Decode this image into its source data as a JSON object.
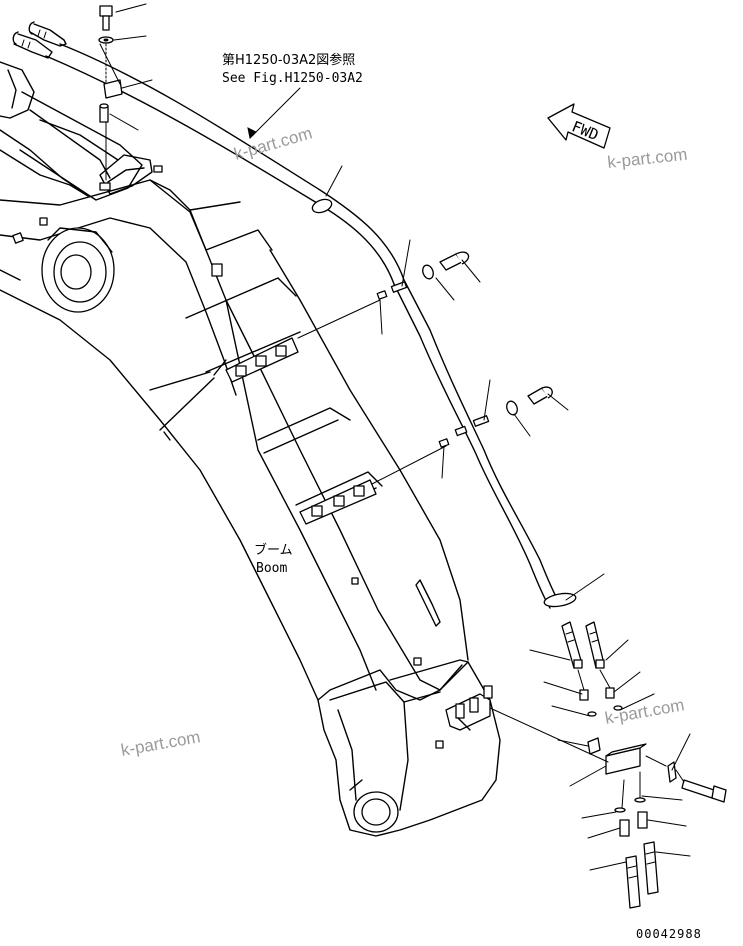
{
  "reference": {
    "jp": "第H1250-03A2図参照",
    "en": "See Fig.H1250-03A2"
  },
  "boom_label": {
    "jp": "ブーム",
    "en": "Boom"
  },
  "forward_indicator": "FWD",
  "watermarks": [
    "k-part.com",
    "k-part.com",
    "k-part.com",
    "k-part.com"
  ],
  "drawing_number": "00042988"
}
